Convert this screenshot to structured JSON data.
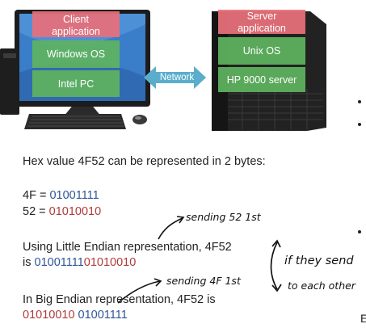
{
  "client": {
    "layers": [
      "Client application",
      "Windows OS",
      "Intel PC"
    ]
  },
  "network_label": "Network",
  "server": {
    "layers": [
      "Server application",
      "Unix OS",
      "HP 9000 server"
    ]
  },
  "notes": {
    "intro": "Hex value 4F52 can be represented in 2 bytes:",
    "byte1": {
      "name": "4F",
      "eq": " = ",
      "bits": "01001111"
    },
    "byte2": {
      "name": "52",
      "eq": " = ",
      "bits": "01010010"
    },
    "little": {
      "line1": "Using Little Endian representation, 4F52",
      "prefix": "is ",
      "bits_a": "01001111",
      "bits_b": "01010010"
    },
    "big": {
      "line1": "In Big Endian representation, 4F52 is",
      "bits_a": "01010010",
      "sep": " ",
      "bits_b": "01001111"
    }
  },
  "annotations": {
    "sending_52": "sending 52 1st",
    "sending_4f": "sending 4F 1st",
    "if_they_send_1": "if they send",
    "if_they_send_2": "to each other"
  },
  "edge_letter": "E",
  "colors": {
    "layer_red": "#e8707a",
    "layer_green": "#5fb35f",
    "network_arrow": "#5aaecb",
    "blue_bits": "#2f5597",
    "red_bits": "#b03a3a"
  }
}
